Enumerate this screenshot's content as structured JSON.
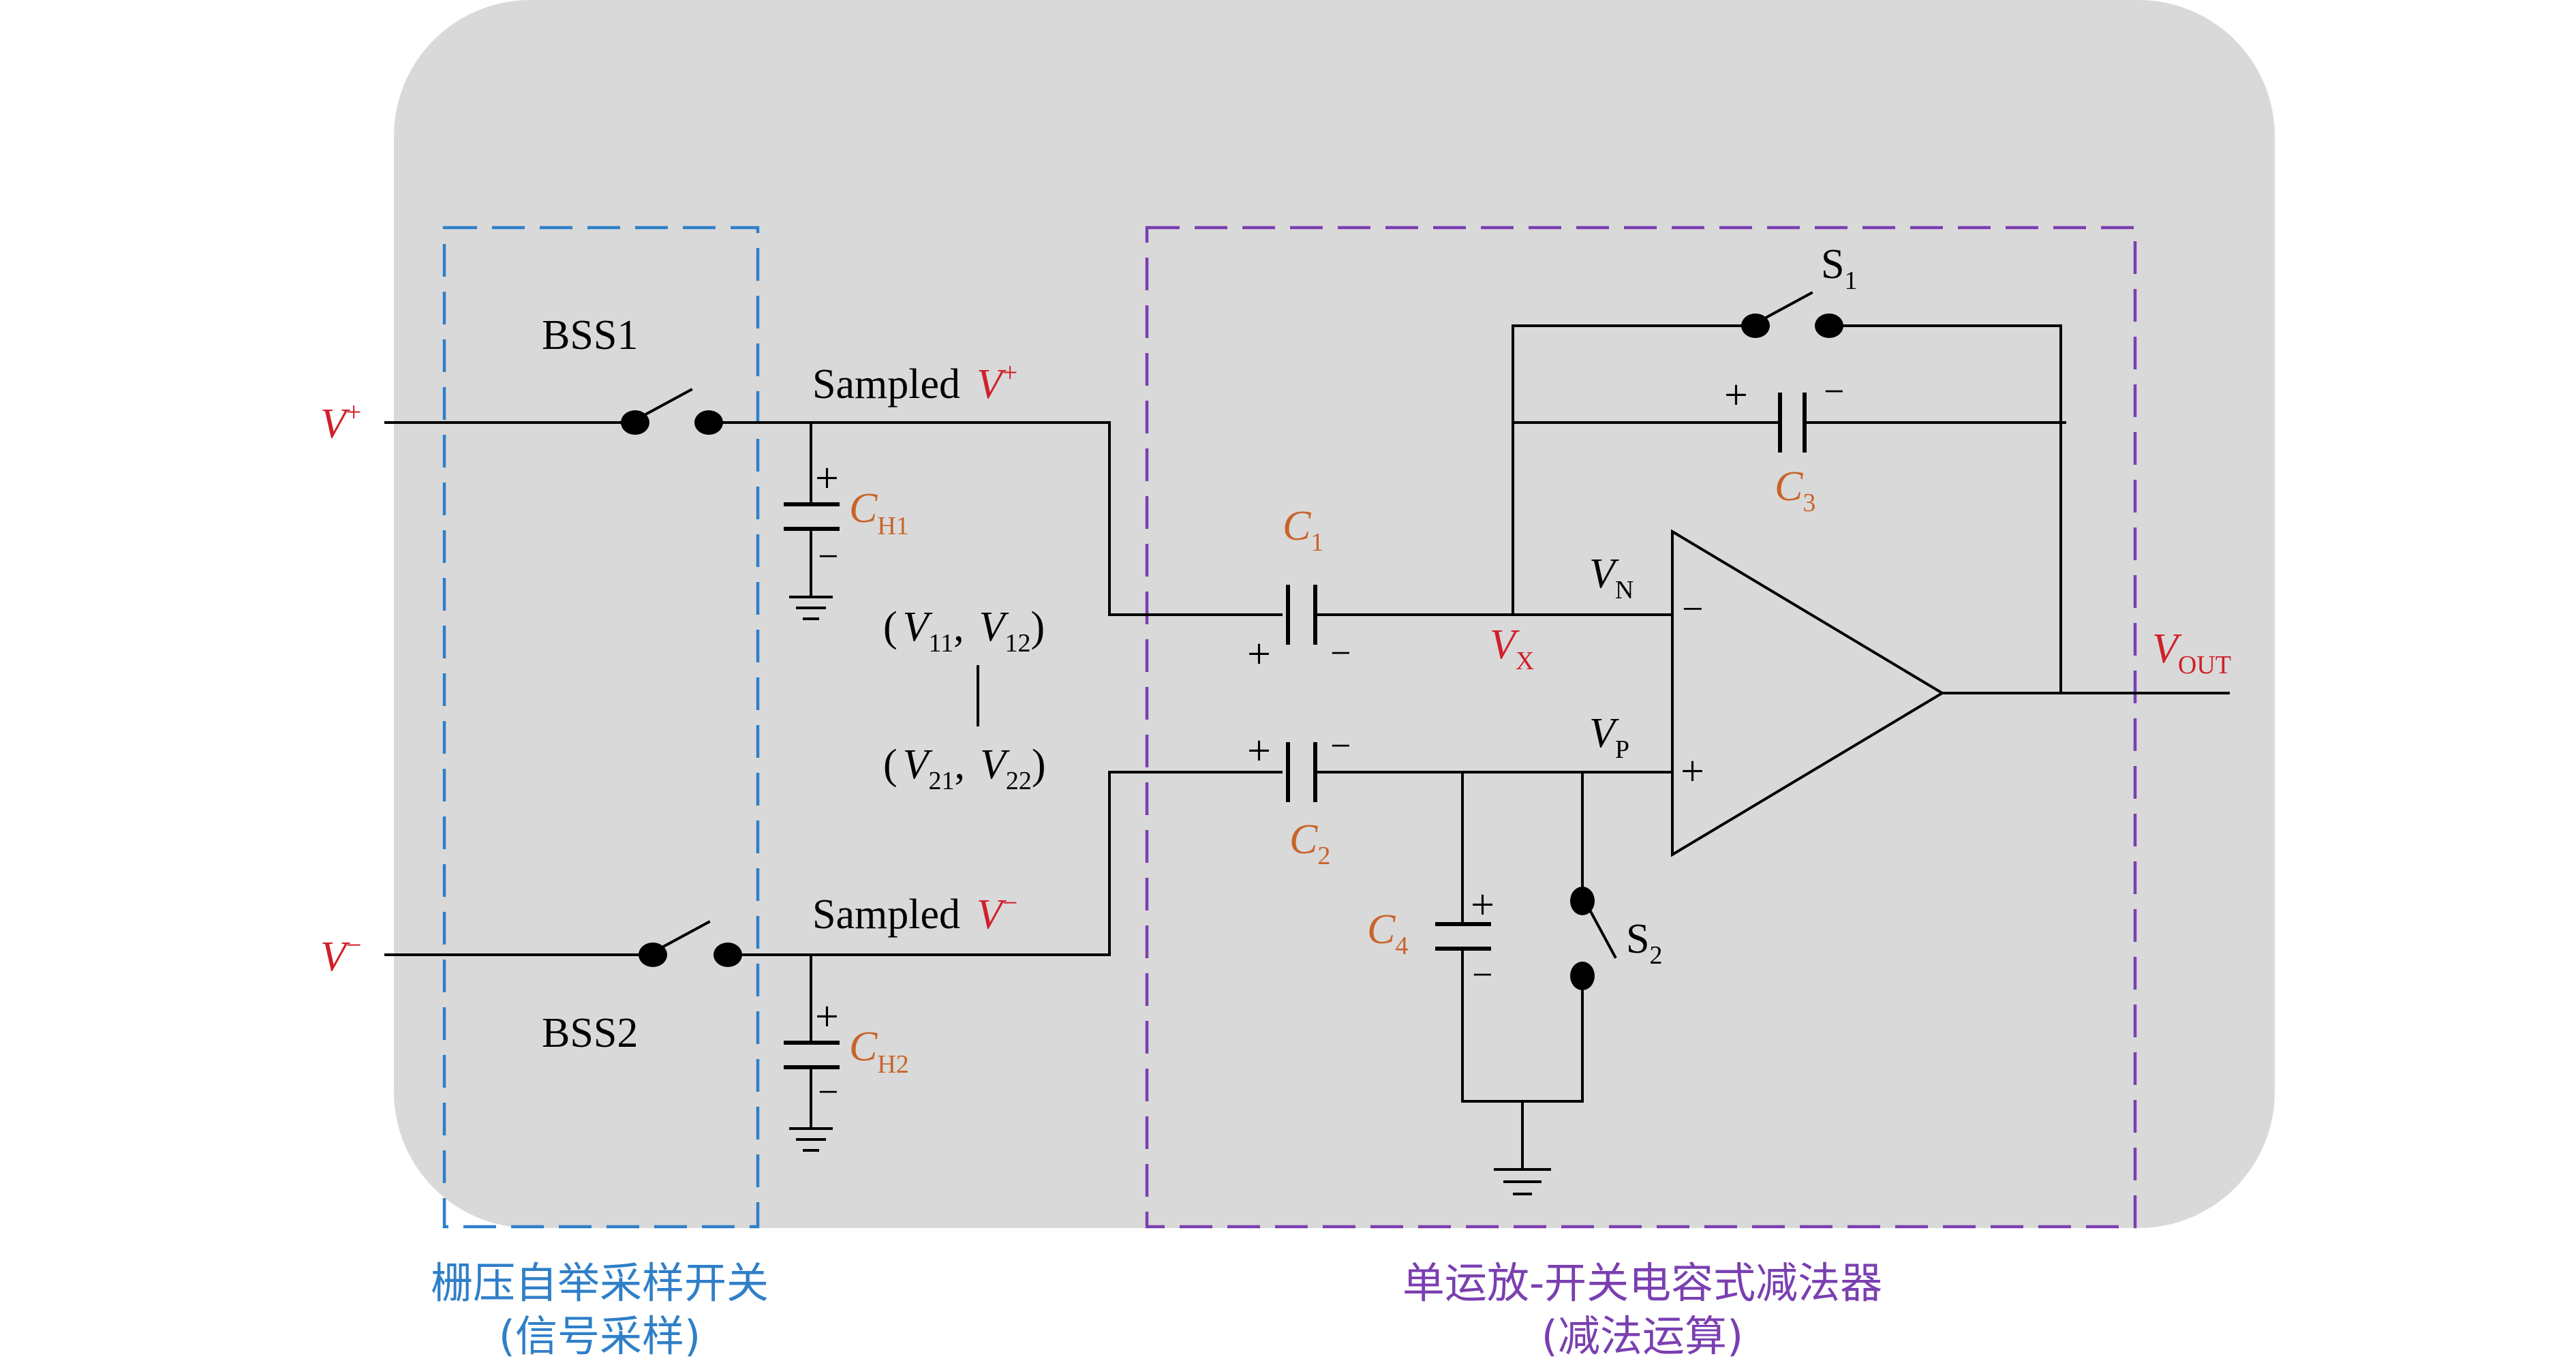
{
  "colors": {
    "background_panel": "#d9d9d9",
    "blue_box": "#2f7fc8",
    "purple_box": "#7a3fb0",
    "signal_red": "#d0202a",
    "capacitor_orange": "#c8642a",
    "wire": "#000000"
  },
  "inputs": {
    "vplus": {
      "main": "V",
      "sup": "+"
    },
    "vminus": {
      "main": "V",
      "sup": "−"
    }
  },
  "switches": {
    "bss1": "BSS1",
    "bss2": "BSS2",
    "s1": {
      "main": "S",
      "sub": "1"
    },
    "s2": {
      "main": "S",
      "sub": "2"
    }
  },
  "sampled": {
    "top": {
      "text": "Sampled",
      "main": "V",
      "sup": "+"
    },
    "bottom": {
      "text": "Sampled",
      "main": "V",
      "sup": "−"
    }
  },
  "capacitors": {
    "ch1": {
      "main": "C",
      "sub": "H1"
    },
    "ch2": {
      "main": "C",
      "sub": "H2"
    },
    "c1": {
      "main": "C",
      "sub": "1"
    },
    "c2": {
      "main": "C",
      "sub": "2"
    },
    "c3": {
      "main": "C",
      "sub": "3"
    },
    "c4": {
      "main": "C",
      "sub": "4"
    }
  },
  "polarity": {
    "plus": "+",
    "minus": "−"
  },
  "pairs": {
    "top": {
      "open": "(",
      "a_main": "V",
      "a_sub": "11",
      "comma": ",",
      "b_main": "V",
      "b_sub": "12",
      "close": ")"
    },
    "bottom": {
      "open": "(",
      "a_main": "V",
      "a_sub": "21",
      "comma": ",",
      "b_main": "V",
      "b_sub": "22",
      "close": ")"
    }
  },
  "nodes": {
    "vx": {
      "main": "V",
      "sub": "X"
    },
    "vn": {
      "main": "V",
      "sub": "N"
    },
    "vp": {
      "main": "V",
      "sub": "P"
    },
    "vout": {
      "main": "V",
      "sub": "OUT"
    }
  },
  "opamp": {
    "minus": "−",
    "plus": "+"
  },
  "captions": {
    "left_line1": "栅压自举采样开关",
    "left_line2": "(信号采样)",
    "right_line1": "单运放-开关电容式减法器",
    "right_line2": "(减法运算)"
  }
}
